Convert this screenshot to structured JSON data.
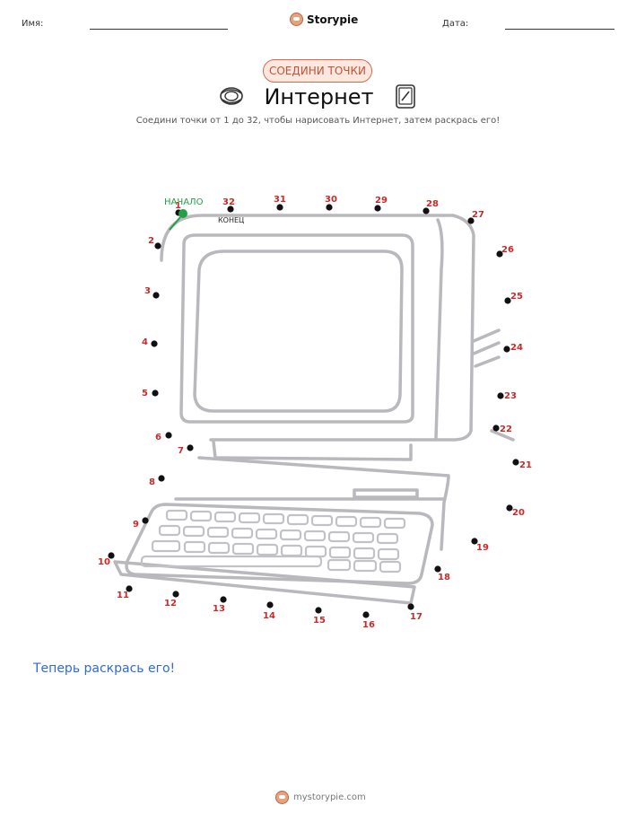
{
  "header": {
    "name_label": "Имя:",
    "date_label": "Дата:",
    "brand": "Storypie"
  },
  "badge": "СОЕДИНИ ТОЧКИ",
  "title": "Интернет",
  "subtitle": "Соедини точки от 1 до 32, чтобы нарисовать Интернет, затем раскрась его!",
  "puzzle": {
    "start_label": "НАЧАЛО",
    "end_label": "КОНЕЦ",
    "dots": [
      "1",
      "2",
      "3",
      "4",
      "5",
      "6",
      "7",
      "8",
      "9",
      "10",
      "11",
      "12",
      "13",
      "14",
      "15",
      "16",
      "17",
      "18",
      "19",
      "20",
      "21",
      "22",
      "23",
      "24",
      "25",
      "26",
      "27",
      "28",
      "29",
      "30",
      "31",
      "32"
    ]
  },
  "cta": "Теперь раскрась его!",
  "footer": "mystorypie.com",
  "colors": {
    "accent": "#c92a2a",
    "start": "#22a045",
    "link": "#2f6bd6"
  }
}
